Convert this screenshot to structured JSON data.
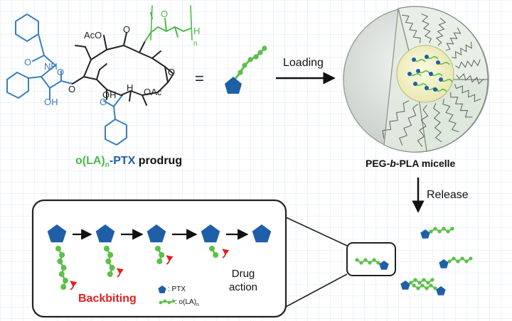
{
  "title_prodrug": {
    "part1": "o(LA)",
    "sub": "n",
    "part2": "-PTX",
    "part3": " prodrug"
  },
  "title_micelle": {
    "pre": "PEG-",
    "italic": "b",
    "post": "-PLA micelle"
  },
  "arrow_loading": "Loading",
  "arrow_release": "Release",
  "equals": "=",
  "label_backbiting": "Backbiting",
  "label_drug_action": "Drug\naction",
  "legend": {
    "ptx": ": PTX",
    "ola_pre": ": o(LA)",
    "ola_sub": "n"
  },
  "chem_labels": {
    "aco": "AcO",
    "oac": "OAc",
    "oh_a": "OH",
    "oh_b": "OH",
    "nh": "NH",
    "o1": "O",
    "o2": "O",
    "o3": "O",
    "o4": "O",
    "o5": "O",
    "o6": "O",
    "o7": "O",
    "h1": "H",
    "h_end": "H",
    "n_sub": "n"
  },
  "colors": {
    "blue": "#1f5fa8",
    "green": "#5cc04a",
    "red": "#e02020",
    "chem_blue": "#3a7fc0",
    "chem_green": "#4cb848",
    "shell": "#d8ddd8",
    "core": "#f3f2c8"
  }
}
